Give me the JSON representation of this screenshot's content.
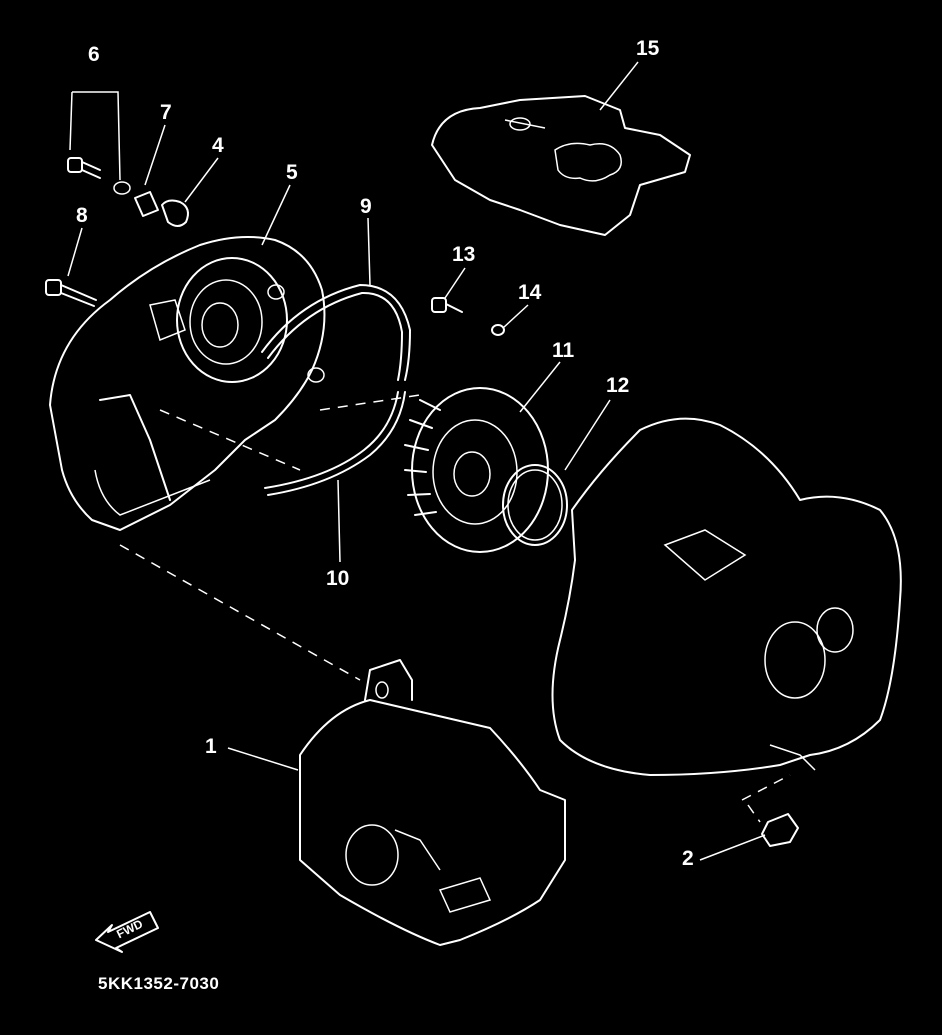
{
  "diagram": {
    "colors": {
      "background": "#000000",
      "line": "#ffffff"
    },
    "callouts": [
      {
        "id": "c6",
        "label": "6"
      },
      {
        "id": "c7",
        "label": "7"
      },
      {
        "id": "c4",
        "label": "4"
      },
      {
        "id": "c5",
        "label": "5"
      },
      {
        "id": "c8",
        "label": "8"
      },
      {
        "id": "c9",
        "label": "9"
      },
      {
        "id": "c13",
        "label": "13"
      },
      {
        "id": "c14",
        "label": "14"
      },
      {
        "id": "c11",
        "label": "11"
      },
      {
        "id": "c12",
        "label": "12"
      },
      {
        "id": "c10",
        "label": "10"
      },
      {
        "id": "c15",
        "label": "15"
      },
      {
        "id": "c1",
        "label": "1"
      },
      {
        "id": "c2",
        "label": "2"
      }
    ],
    "direction_arrow_label": "FWD",
    "drawing_code": "5KK1352-7030"
  }
}
